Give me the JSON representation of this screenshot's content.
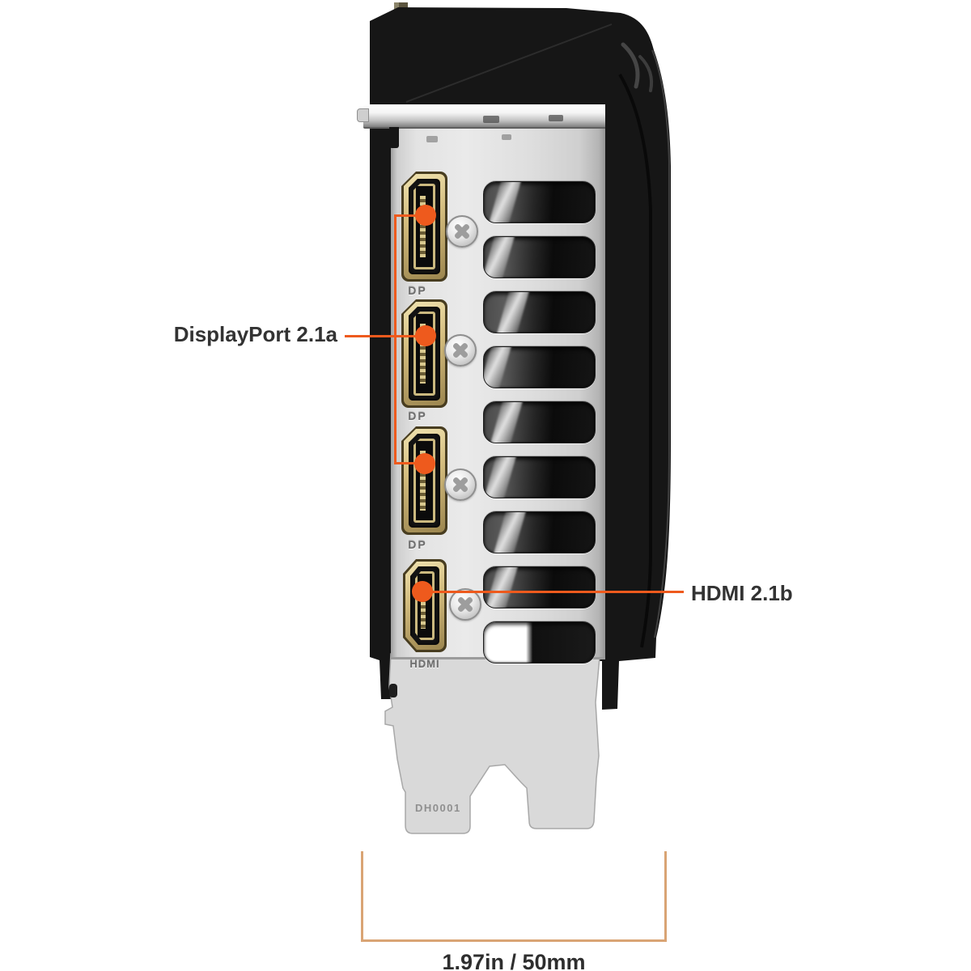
{
  "figure": {
    "type": "gpu-rear-io-diagram",
    "description_visible_elements": "graphics card rear bracket with three DisplayPort connectors, one HDMI connector, nine vent slots, four screws"
  },
  "callouts": {
    "displayport": {
      "label": "DisplayPort 2.1a"
    },
    "hdmi": {
      "label": "HDMI 2.1b"
    }
  },
  "dimension": {
    "label": "1.97in / 50mm"
  },
  "bracket": {
    "port_stamps": [
      "DP",
      "DP",
      "DP",
      "HDMI"
    ],
    "serial": "DH0001",
    "vent_slot_count": 9,
    "screw_count": 4
  },
  "colors": {
    "accent": "#ee5a1d",
    "dimension_line": "#d9a474",
    "label_text": "#333333",
    "bracket_metal": "#e3e3e3",
    "card_body": "#161616",
    "port_rim_gold": "#d4bd7f"
  }
}
